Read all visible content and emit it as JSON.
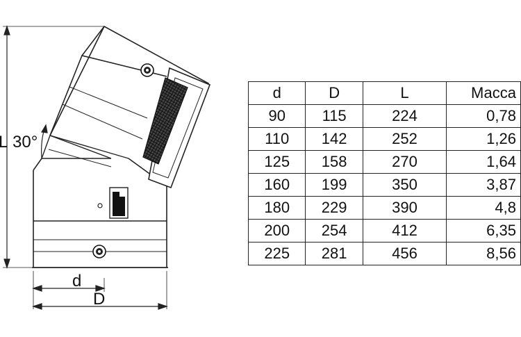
{
  "diagram": {
    "angle_label": "30°",
    "length_label": "L",
    "inner_diameter_label": "d",
    "outer_diameter_label": "D"
  },
  "table": {
    "headers": [
      "d",
      "D",
      "L",
      "Массa"
    ],
    "rows": [
      [
        "90",
        "115",
        "224",
        "0,78"
      ],
      [
        "110",
        "142",
        "252",
        "1,26"
      ],
      [
        "125",
        "158",
        "270",
        "1,64"
      ],
      [
        "160",
        "199",
        "350",
        "3,87"
      ],
      [
        "180",
        "229",
        "390",
        "4,8"
      ],
      [
        "200",
        "254",
        "412",
        "6,35"
      ],
      [
        "225",
        "281",
        "456",
        "8,56"
      ]
    ]
  }
}
